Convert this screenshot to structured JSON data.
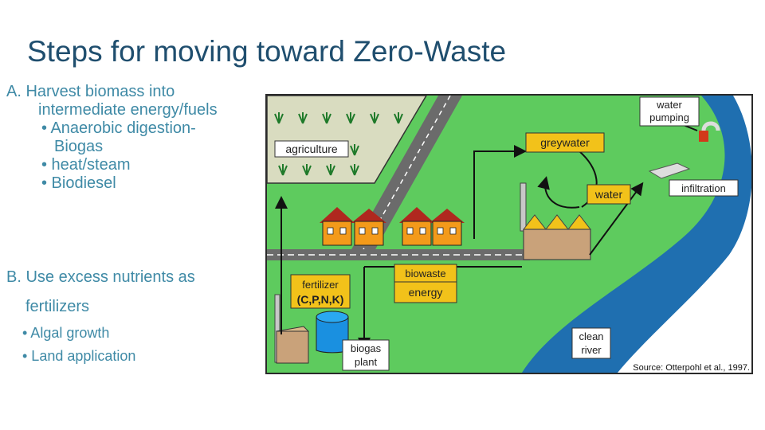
{
  "slide": {
    "title": "Steps for moving toward Zero-Waste",
    "section_a": {
      "line1": "A.   Harvest biomass into",
      "line2": "intermediate  energy/fuels",
      "bullets": [
        "• Anaerobic digestion-",
        "Biogas",
        "• heat/steam",
        "• Biodiesel"
      ]
    },
    "section_b": {
      "line1": "B. Use excess nutrients as",
      "line2": "fertilizers",
      "bullets": [
        "•  Algal growth",
        "•  Land application"
      ]
    }
  },
  "diagram": {
    "labels": {
      "agriculture": "agriculture",
      "water_pumping_1": "water",
      "water_pumping_2": "pumping",
      "greywater": "greywater",
      "water": "water",
      "infiltration": "infiltration",
      "fertilizer_1": "fertilizer",
      "fertilizer_2": "(C,P,N,K)",
      "biowaste": "biowaste",
      "energy": "energy",
      "biogas_1": "biogas",
      "biogas_2": "plant",
      "clean_1": "clean",
      "clean_2": "river",
      "source": "Source: Otterpohl et al., 1997."
    },
    "colors": {
      "land": "#5ecb5e",
      "river": "#1f6fb0",
      "road": "#6b6b6b",
      "label_yellow": "#f2c21a",
      "house": "#f39a1a",
      "roof": "#b0281f",
      "tank": "#1a90e0",
      "field": "#d9dcc0"
    }
  }
}
